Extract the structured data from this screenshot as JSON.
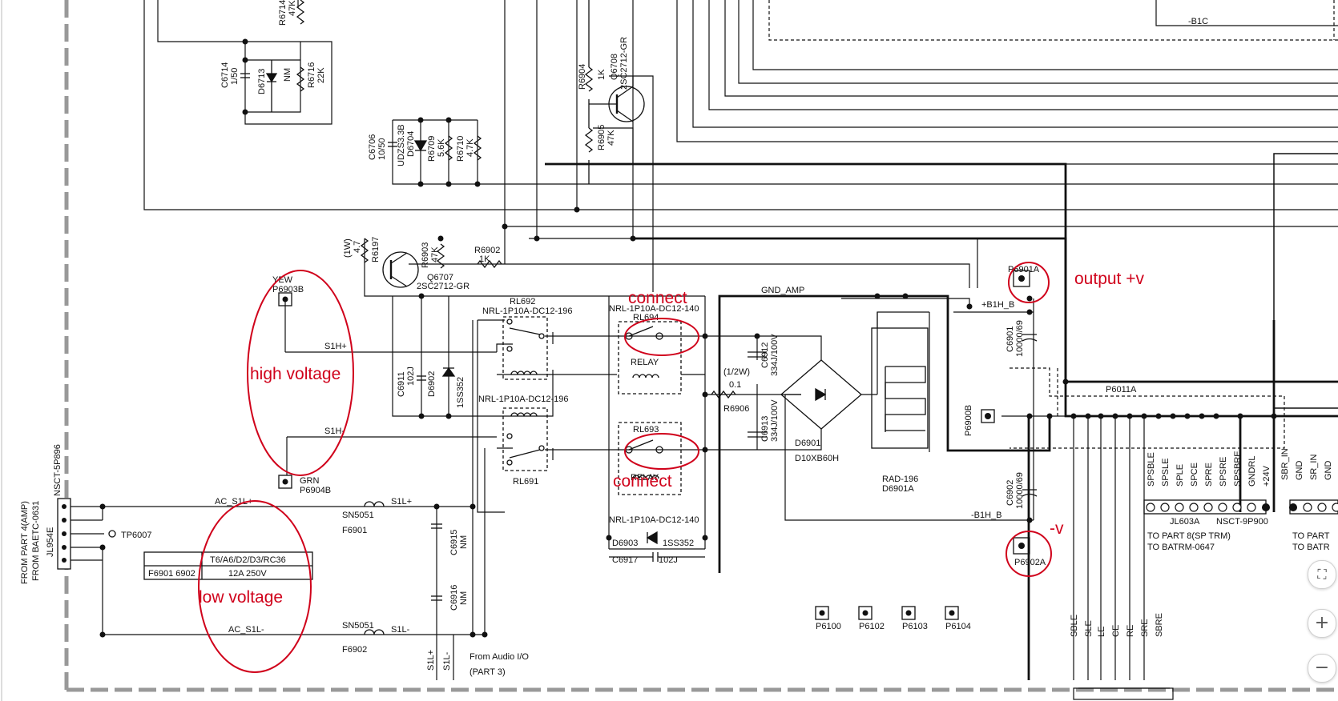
{
  "labels": {
    "c6714": "C6714",
    "c6714_val": "1/50",
    "d6713": "D6713",
    "nm_a": "NM",
    "r6714": "R6714",
    "r6714_val": "47K",
    "r6716": "R6716",
    "r6716_val": "22K",
    "c6706": "C6706",
    "c6706_val": "10/50",
    "d6704": "D6704",
    "d6704_val": "UDZS3.3B",
    "r6709": "R6709",
    "r6709_val": "5.6K",
    "r6710": "R6710",
    "r6710_val": "4.7K",
    "r6904": "R6904",
    "r6904_val": "1K",
    "r6905": "R6905",
    "r6905_val": "47K",
    "q6708": "Q6708",
    "q6708_val": "2SC2712-GR",
    "b1c": "-B1C",
    "r6197": "R6197",
    "r6197_val": "4.7",
    "r6197_w": "(1W)",
    "r6903": "R6903",
    "r6903_val": "47K",
    "r6902": "R6902",
    "r6902_val": "1K",
    "q6707": "Q6707",
    "q6707_val": "2SC2712-GR",
    "yew": "YEW",
    "p6903b": "P6903B",
    "s1h_plus": "S1H+",
    "s1h_minus": "S1H-",
    "grn": "GRN",
    "p6904b": "P6904B",
    "rl692": "RL692",
    "rl692_val": "NRL-1P10A-DC12-196",
    "rl691": "RL691",
    "rl691_val": "NRL-1P10A-DC12-196",
    "c6911": "C6911",
    "c6911_val": "102J",
    "d6902": "D6902",
    "d6902_val": "1SS352",
    "rl694": "RL694",
    "rl694_val": "NRL-1P10A-DC12-140",
    "rl693": "RL693",
    "rl693_val": "NRL-1P10A-DC12-140",
    "relay": "RELAY",
    "d6903": "D6903",
    "d6903_val": "1SS352",
    "c6917": "C6917",
    "c6917_val": "102J",
    "gnd_amp": "GND_AMP",
    "r6906": "R6906",
    "r6906_val": "0.1",
    "r6906_w": "(1/2W)",
    "c6912": "C6912",
    "c6912_val": "334J/100V",
    "c6913": "C6913",
    "c6913_val": "334J/100V",
    "d6901": "D6901",
    "d6901_val": "D10XB60H",
    "rad": "RAD-196",
    "d6901a": "D6901A",
    "b1h_plus": "+B1H_B",
    "b1h_minus": "-B1H_B",
    "p6901a": "P6901A",
    "p6902a": "P6902A",
    "p6900b": "P6900B",
    "p6011a": "P6011A",
    "c6901": "C6901",
    "c6901_val": "10000/69",
    "c6902": "C6902",
    "c6902_val": "10000/69",
    "nsct5p": "NSCT-5P896",
    "jl954e": "JL954E",
    "from_part4": "FROM PART 4(AMP)",
    "from_baetc": "FROM BAETC-0631",
    "tp6007": "TP6007",
    "ac_s1l_plus": "AC_S1L+",
    "ac_s1l_minus": "AC_S1L-",
    "sn5051": "SN5051",
    "s1l_plus": "S1L+",
    "s1l_minus": "S1L-",
    "f6901": "F6901",
    "f6902": "F6902",
    "fuse_hdr": "T6/A6/D2/D3/RC36",
    "fuse_id": "F6901 6902",
    "fuse_val": "12A 250V",
    "c6915": "C6915",
    "c6916": "C6916",
    "nm": "NM",
    "from_audio": "From Audio I/O",
    "part3": "(PART 3)",
    "p6100": "P6100",
    "p6102": "P6102",
    "p6103": "P6103",
    "p6104": "P6104",
    "sig_spsble": "SPSBLE",
    "sig_spsle": "SPSLE",
    "sig_sple": "SPLE",
    "sig_spce": "SPCE",
    "sig_spre": "SPRE",
    "sig_spsre": "SPSRE",
    "sig_spsbre": "SPSBRE",
    "sig_gndrl": "GNDRL",
    "sig_24v": "+24V",
    "jl603a": "JL603A",
    "nsct9p": "NSCT-9P900",
    "to_part8": "TO PART 8(SP TRM)",
    "to_batrm": "TO BATRM-0647",
    "sig_sbr_in": "SBR_IN",
    "sig_gnd": "GND",
    "sig_sr_in": "SR_IN",
    "to_part_r": "TO PART",
    "to_bat_r": "TO BATR",
    "sig_sble": "SBLE",
    "sig_sle": "SLE",
    "sig_le": "LE",
    "sig_ce": "CE",
    "sig_re": "RE",
    "sig_sre": "SRE",
    "sig_sbre": "SBRE"
  },
  "annotations": {
    "connect_top": "connect",
    "connect_bottom": "connect",
    "high_voltage": "high voltage",
    "low_voltage": "low voltage",
    "output_pos": "output +v",
    "output_neg": "-v"
  },
  "controls": {
    "zoom_fit": "⛶",
    "zoom_in": "+",
    "zoom_out": "−"
  },
  "colors": {
    "annotation": "#d0021b",
    "ink": "#111111"
  }
}
